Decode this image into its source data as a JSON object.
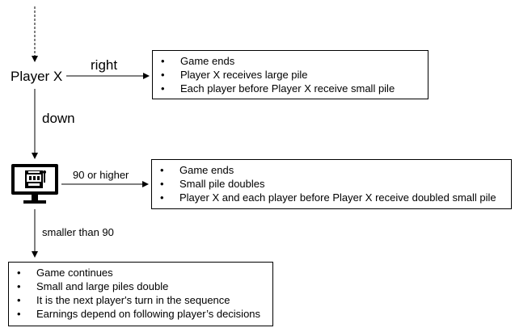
{
  "player_label": "Player X",
  "edge_right_label": "right",
  "edge_down_label": "down",
  "edge_high_label": "90 or higher",
  "edge_low_label": "smaller than 90",
  "bullet_glyph": "•",
  "monitor_icon": "slot-machine-monitor-icon",
  "box_right": {
    "items": [
      "Game ends",
      "Player X receives large pile",
      "Each player before Player X receive small pile"
    ]
  },
  "box_high": {
    "items": [
      "Game ends",
      "Small pile doubles",
      "Player X and each player before Player X receive doubled small pile"
    ]
  },
  "box_low": {
    "items": [
      "Game continues",
      "Small and large piles double",
      "It is the next player's turn in the sequence",
      "Earnings depend on following player’s decisions"
    ]
  }
}
